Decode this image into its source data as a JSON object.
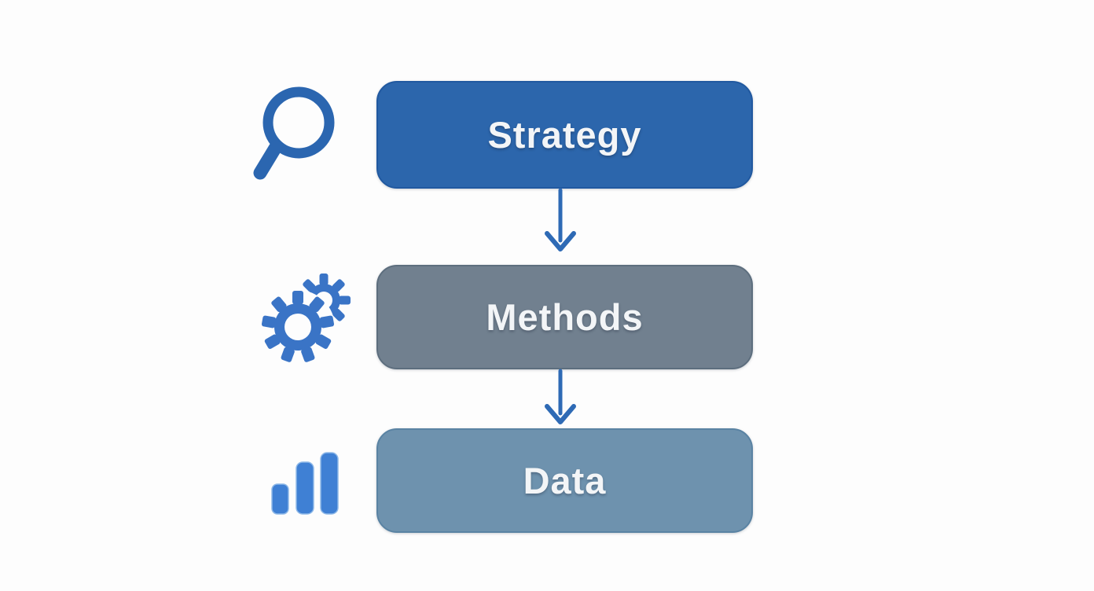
{
  "diagram": {
    "type": "flowchart",
    "direction": "top-down",
    "steps": [
      {
        "label": "Strategy",
        "icon": "magnifier-icon",
        "box_color": "#2c66ac",
        "border_color": "#2159a0",
        "icon_color": "#2b66b0"
      },
      {
        "label": "Methods",
        "icon": "gears-icon",
        "box_color": "#71808f",
        "border_color": "#5d6e7e",
        "icon_color": "#3a74c6"
      },
      {
        "label": "Data",
        "icon": "bar-chart-icon",
        "box_color": "#6e92ae",
        "border_color": "#5a83a3",
        "icon_color": "#3f80d4"
      }
    ],
    "connections": [
      {
        "from": "Strategy",
        "to": "Methods"
      },
      {
        "from": "Methods",
        "to": "Data"
      }
    ],
    "arrow_color": "#2e6ab5",
    "label_color": "#f3f5f7",
    "background_color": "#fdfdfd"
  }
}
